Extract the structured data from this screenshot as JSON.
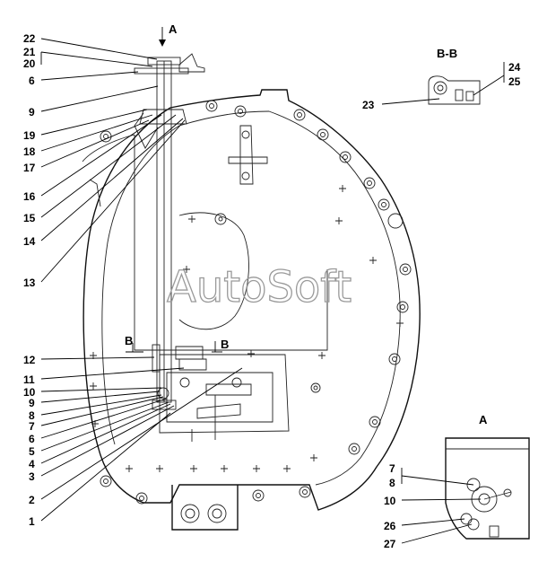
{
  "watermark": "AutoSoft",
  "section_labels": {
    "view_a_arrow": "A",
    "section_b_left": "B",
    "section_b_right": "B",
    "section_bb_title": "B-B",
    "view_a_title": "A"
  },
  "callouts_left": [
    "22",
    "21",
    "20",
    "6",
    "9",
    "19",
    "18",
    "17",
    "16",
    "15",
    "14",
    "13",
    "12",
    "11",
    "10",
    "9",
    "8",
    "7",
    "6",
    "5",
    "4",
    "3",
    "2",
    "1"
  ],
  "callouts_section_bb": [
    "23",
    "24",
    "25"
  ],
  "callouts_view_a": [
    "7",
    "8",
    "10",
    "26",
    "27"
  ]
}
